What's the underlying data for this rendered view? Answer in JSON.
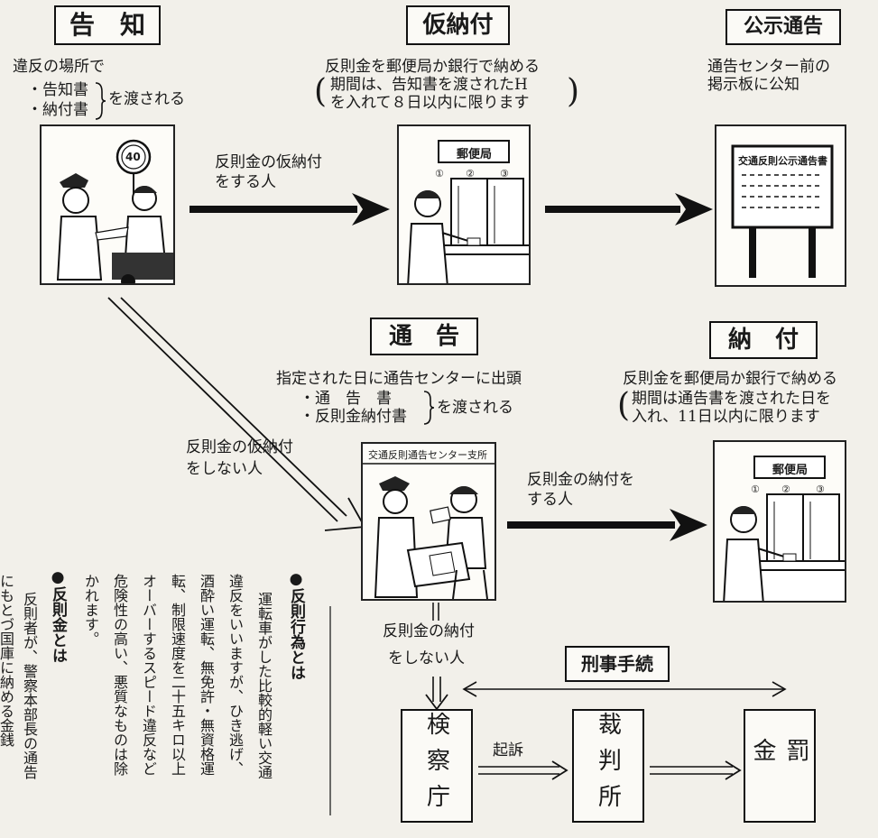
{
  "kokuchi": {
    "title": "告　知",
    "line1": "違反の場所で",
    "doc1": "・告知書",
    "doc2": "・納付書",
    "hand": "を渡される",
    "sign": "40"
  },
  "karinoufu": {
    "title": "仮納付",
    "line1": "反則金を郵便局か銀行で納める",
    "line2": "期間は、告知書を渡されたH",
    "line3": "を入れて８日以内に限ります",
    "sign": "郵便局",
    "w1": "①",
    "w2": "②",
    "w3": "③"
  },
  "koujitsukoku": {
    "title": "公示通告",
    "line1": "通告センター前の",
    "line2": "掲示板に公知",
    "board": "交通反則公示通告書"
  },
  "arrow_pay_provisional": {
    "line1": "反則金の仮納付",
    "line2": "をする人"
  },
  "arrow_no_provisional": {
    "line1": "反則金の仮納付",
    "line2": "をしない人"
  },
  "tsukoku": {
    "title": "通　告",
    "line1": "指定された日に通告センターに出頭",
    "doc1": "・通　告　書",
    "doc2": "・反則金納付書",
    "hand": "を渡される",
    "sign": "交通反則通告センター支所"
  },
  "noufu": {
    "title": "納　付",
    "line1": "反則金を郵便局か銀行で納める",
    "line2": "期間は通告書を渡された日を",
    "line3": "入れ、11日以内に限ります",
    "sign": "郵便局",
    "w1": "①",
    "w2": "②",
    "w3": "③"
  },
  "arrow_pay": {
    "line1": "反則金の納付を",
    "line2": "する人"
  },
  "arrow_no_pay": {
    "line1": "反則金の納付",
    "line2": "をしない人"
  },
  "keiji": {
    "title": "刑事手続",
    "kensatsu": "検察庁",
    "kiso": "起訴",
    "saibansho": "裁判所",
    "bakkin": "罰金"
  },
  "hansoku_koui": {
    "heading": "●反則行為とは",
    "col1": "運転車がした比較的軽い交通",
    "col2": "違反をいいますが、ひき逃げ、",
    "col3": "酒酔い運転、無免許・無資格運",
    "col4": "転、制限速度を二十五キロ以上",
    "col5": "オーバーするスピード違反など",
    "col6": "危険性の高い、悪質なものは除",
    "col7": "かれます。"
  },
  "hansokukin": {
    "heading": "●反則金とは",
    "col1": "反則者が、警察本部長の通告",
    "col2": "にもとづ国庫に納める金銭"
  }
}
